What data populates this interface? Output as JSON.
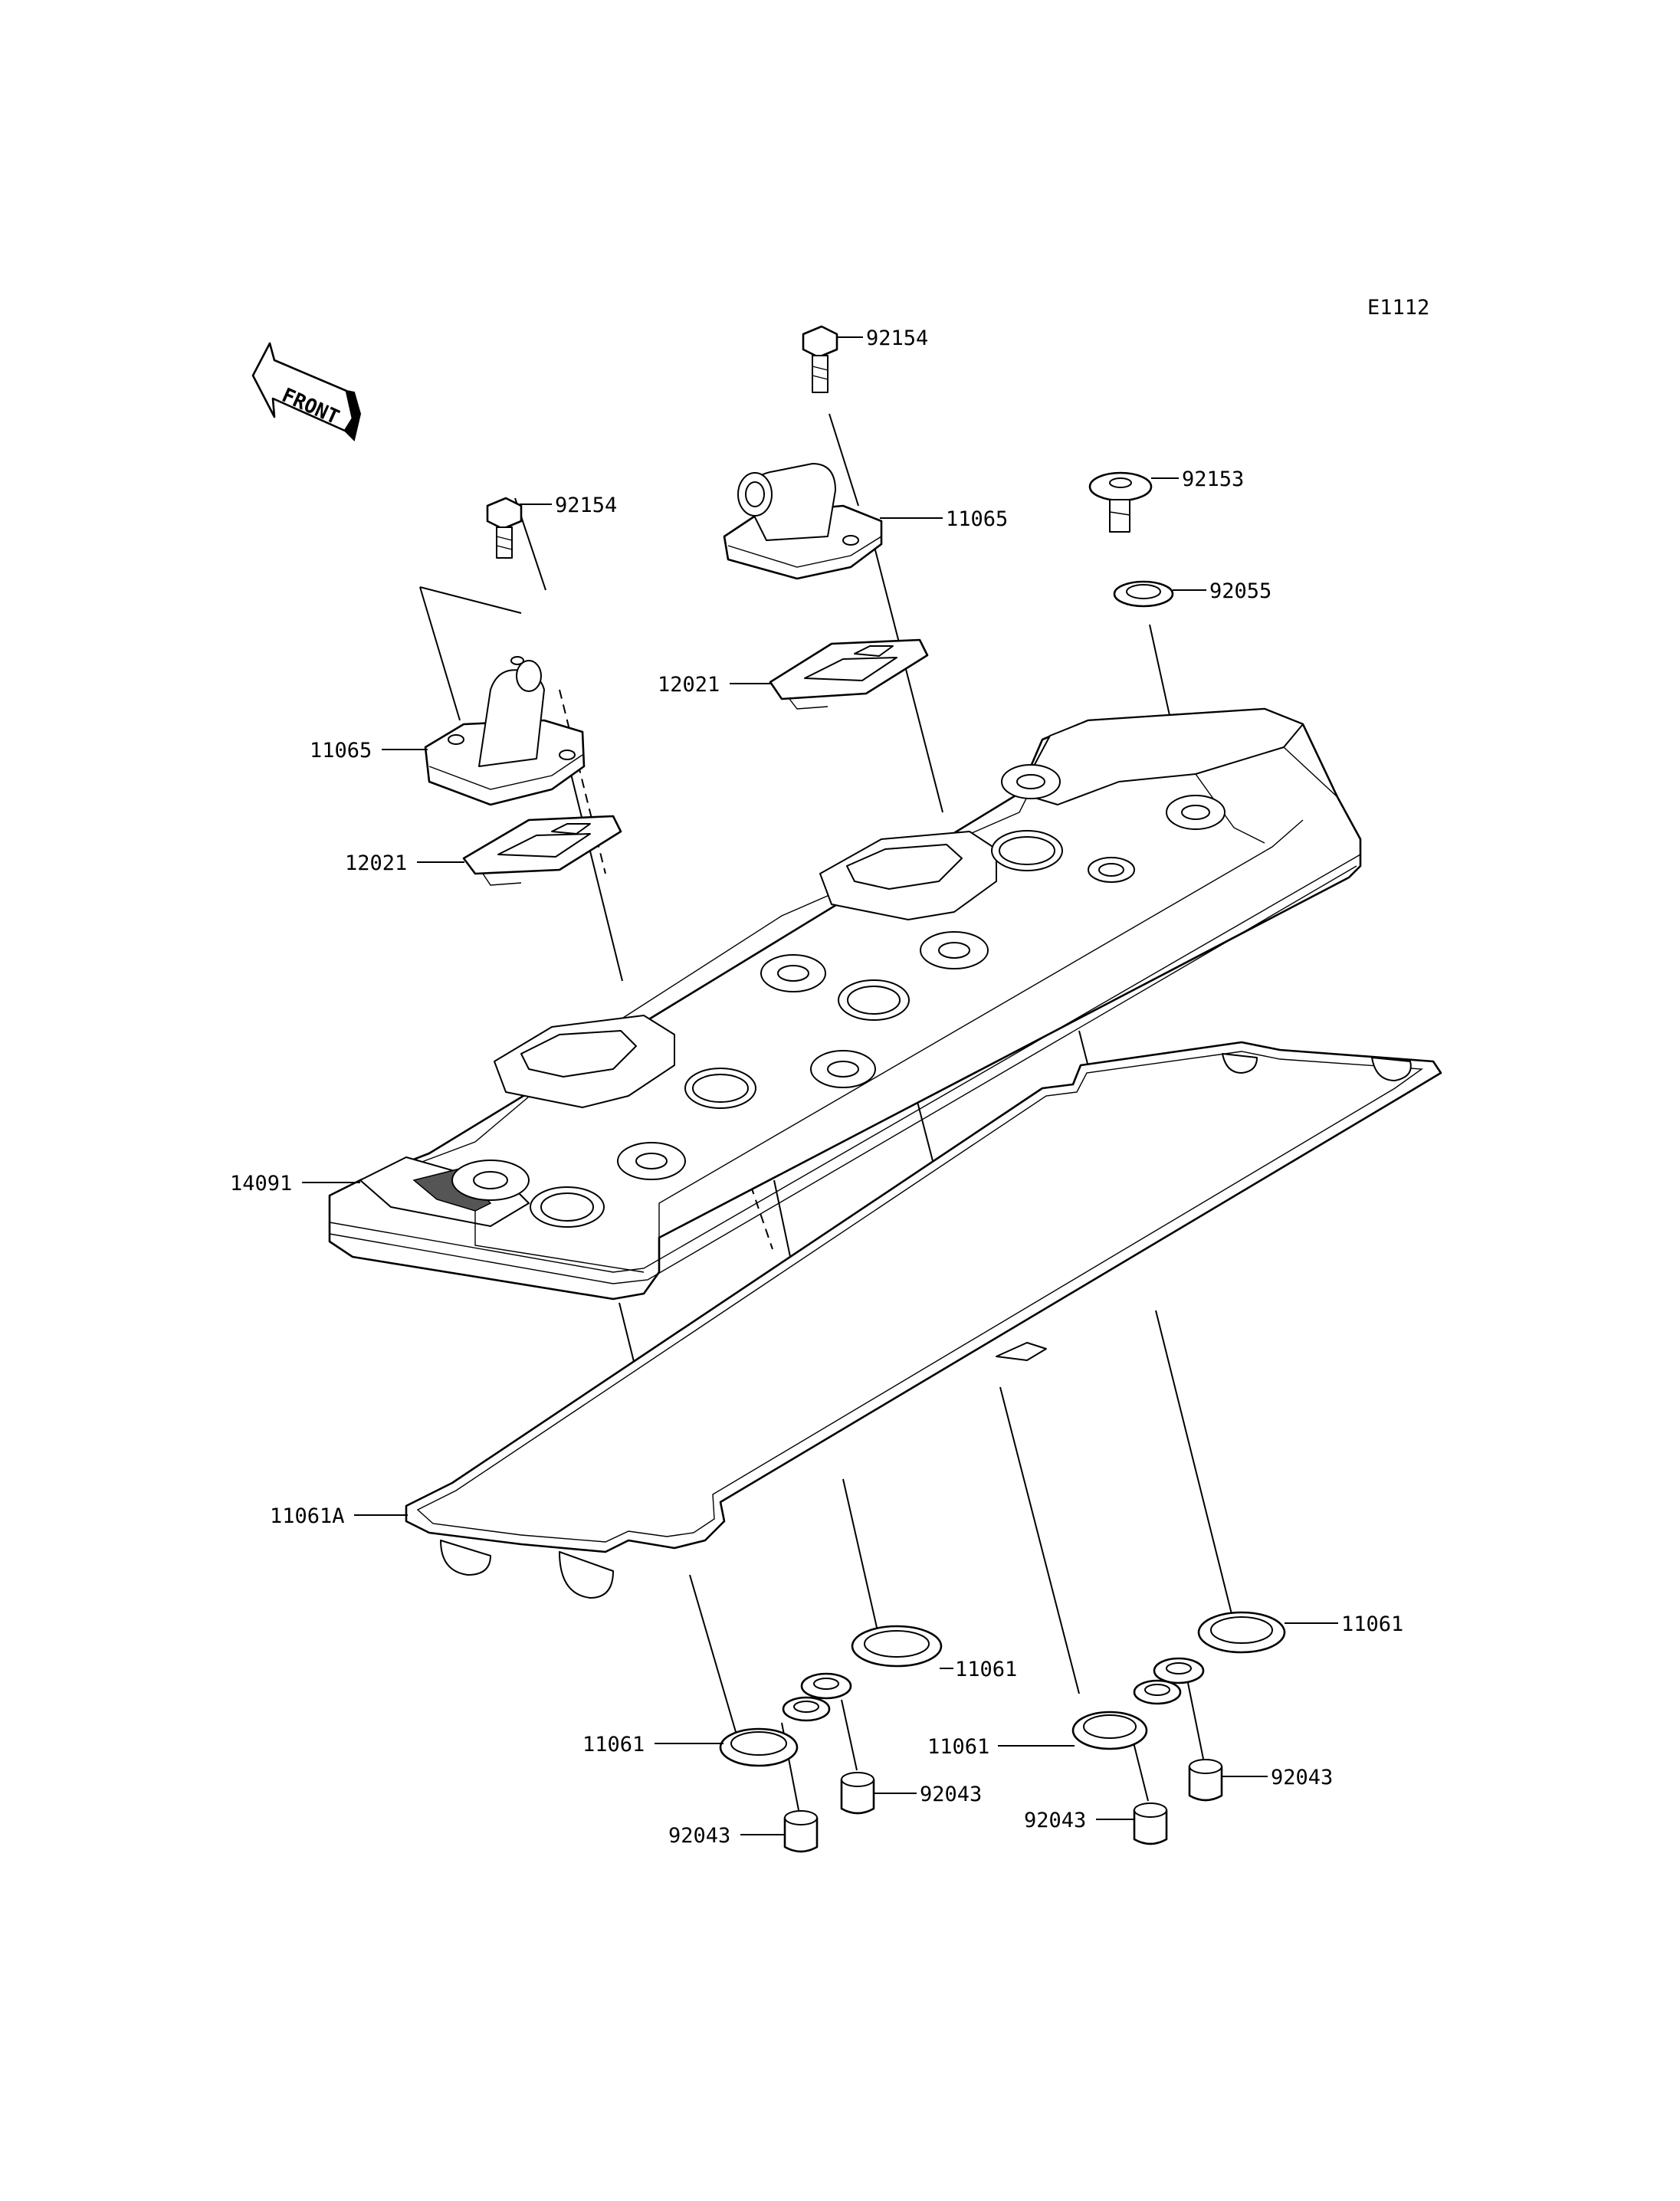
{
  "diagram": {
    "ref_code": "E1112",
    "front_label": "FRONT",
    "labels": [
      {
        "id": "bolt-left",
        "text": "92154"
      },
      {
        "id": "bolt-center",
        "text": "92154"
      },
      {
        "id": "cap-bolt",
        "text": "92153"
      },
      {
        "id": "washer",
        "text": "92055"
      },
      {
        "id": "breather-cover-left",
        "text": "11065"
      },
      {
        "id": "breather-cover-center",
        "text": "11065"
      },
      {
        "id": "reed-valve-left",
        "text": "12021"
      },
      {
        "id": "reed-valve-center",
        "text": "12021"
      },
      {
        "id": "cylinder-head-cover",
        "text": "14091"
      },
      {
        "id": "cover-gasket",
        "text": "11061A"
      },
      {
        "id": "plug-gasket-1",
        "text": "11061"
      },
      {
        "id": "plug-gasket-2",
        "text": "11061"
      },
      {
        "id": "plug-gasket-3",
        "text": "11061"
      },
      {
        "id": "plug-gasket-4",
        "text": "11061"
      },
      {
        "id": "dowel-1",
        "text": "92043"
      },
      {
        "id": "dowel-2",
        "text": "92043"
      },
      {
        "id": "dowel-3",
        "text": "92043"
      },
      {
        "id": "dowel-4",
        "text": "92043"
      }
    ]
  }
}
